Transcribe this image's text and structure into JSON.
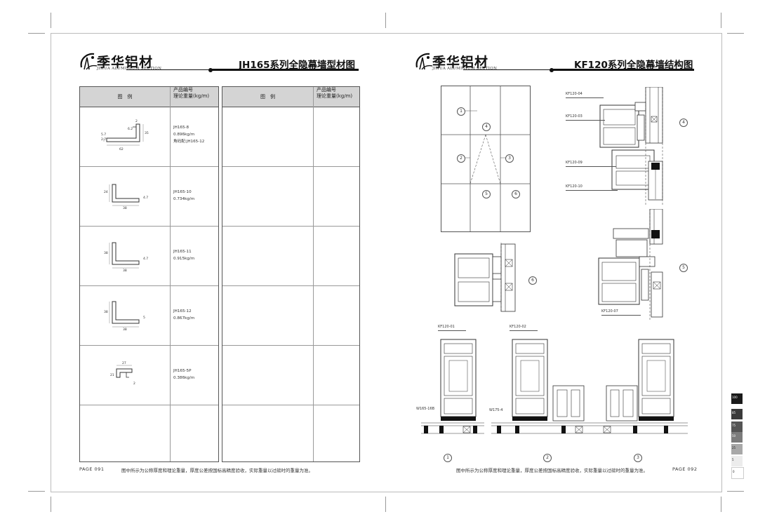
{
  "left_page": {
    "brand_cn": "季华铝材",
    "brand_en": "JIHUA ALUMINIUM SECTION",
    "title": "JH165系列全隐幕墙型材图",
    "table_left": {
      "col_figure": "图　例",
      "col_product_line1": "产品编号",
      "col_product_line2": "理论重量(kg/m)",
      "rows": [
        {
          "code": "JH165-8",
          "weight": "0.896kg/m",
          "extra": "角码配:JH165-12"
        },
        {
          "code": "JH165-10",
          "weight": "0.734kg/m",
          "extra": ""
        },
        {
          "code": "JH165-11",
          "weight": "0.915kg/m",
          "extra": ""
        },
        {
          "code": "JH165-12",
          "weight": "0.867kg/m",
          "extra": ""
        },
        {
          "code": "JH165-5P",
          "weight": "0.386kg/m",
          "extra": ""
        },
        {
          "code": "",
          "weight": "",
          "extra": ""
        }
      ]
    },
    "table_right": {
      "col_figure": "图　例",
      "col_product_line1": "产品编号",
      "col_product_line2": "理论重量(kg/m)"
    },
    "dims": {
      "r1": {
        "a": "2",
        "b": "5.7",
        "c": "2.7",
        "d": "35",
        "e": "62",
        "f": "6.2"
      },
      "r2": {
        "a": "24",
        "b": "4.7",
        "c": "38"
      },
      "r3": {
        "a": "38",
        "b": "4.7",
        "c": "38"
      },
      "r4": {
        "a": "38",
        "b": "5",
        "c": "38"
      },
      "r5": {
        "a": "27",
        "b": "21",
        "c": "2"
      }
    },
    "footer_page": "PAGE 091",
    "footer_note": "图中所示为公称厚度和理论重量，厚度公差按国标高精度验收，实际重量以过磅时的重量为准。"
  },
  "right_page": {
    "brand_cn": "季华铝材",
    "brand_en": "JIHUA ALUMINIUM SECTION",
    "title": "KF120系列全隐幕墙结构图",
    "grid_markers": [
      "1",
      "2",
      "3",
      "4",
      "5",
      "6"
    ],
    "labels": {
      "kf04": "KF120-04",
      "kf03": "KF120-03",
      "kf09": "KF120-09",
      "kf10": "KF120-10",
      "kf07": "KF120-07",
      "kf01": "KF120-01",
      "kf02": "KF120-02",
      "w165": "W165-16B",
      "w175": "W175-4"
    },
    "detail_markers": {
      "d4": "4",
      "d5": "5",
      "d6": "6",
      "b1": "1",
      "b2": "2",
      "b3": "3"
    },
    "footer_note": "图中所示为公称厚度和理论重量，厚度公差按国标高精度验收，实际重量以过磅时的重量为准。",
    "footer_page": "PAGE 092"
  },
  "color_bar": [
    {
      "label": "100",
      "color": "#1a1a1a"
    },
    {
      "label": "85",
      "color": "#3a3a3a"
    },
    {
      "label": "75",
      "color": "#555555"
    },
    {
      "label": "50",
      "color": "#7c7c7c"
    },
    {
      "label": "25",
      "color": "#a8a8a8"
    },
    {
      "label": "5",
      "color": "#ececec"
    },
    {
      "label": "0",
      "color": "#ffffff"
    }
  ]
}
